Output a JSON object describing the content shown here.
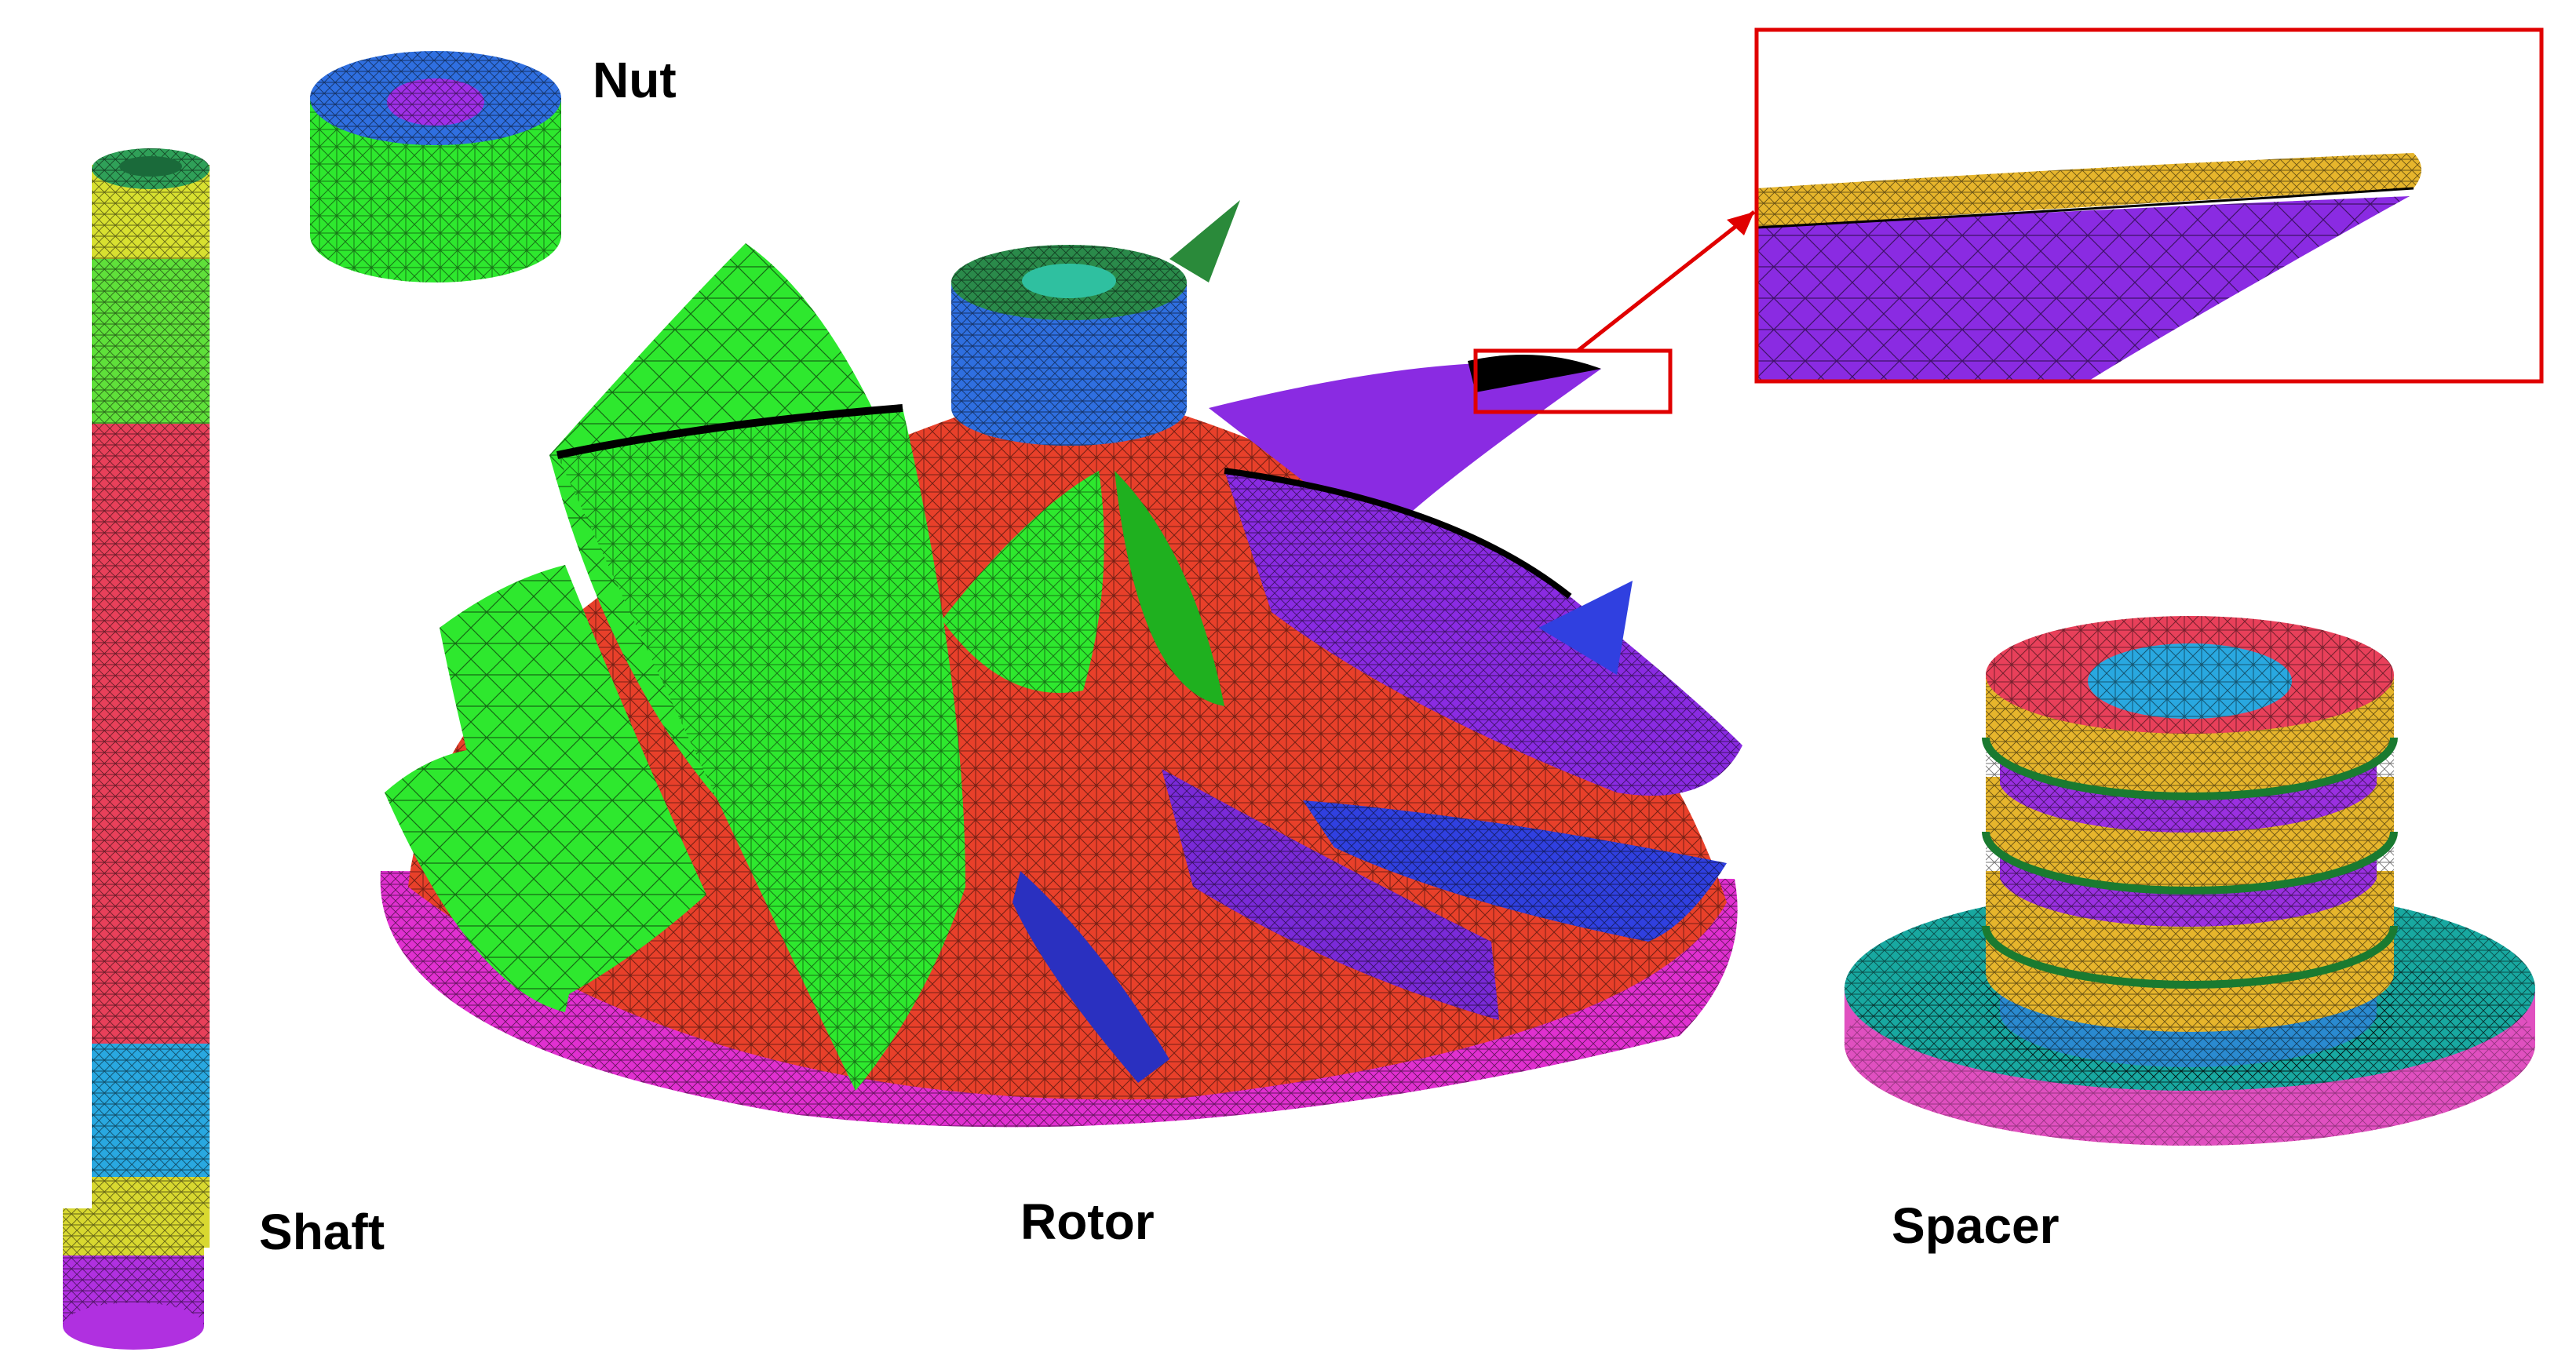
{
  "labels": {
    "nut": "Nut",
    "shaft": "Shaft",
    "rotor": "Rotor",
    "spacer": "Spacer"
  },
  "colors": {
    "background": "#ffffff",
    "green": "#2ee82e",
    "blue": "#2f6fe0",
    "purple": "#8a2be2",
    "red": "#e8402a",
    "yellow": "#d8d830",
    "gold": "#e6b52c",
    "cyan": "#29a8e0",
    "teal": "#18a8a0",
    "magenta": "#e030d0",
    "pink": "#f04fa0",
    "callout": "#e00000",
    "mesh": "#000000"
  },
  "parts": [
    "nut",
    "shaft",
    "rotor",
    "spacer",
    "zoom-inset"
  ]
}
